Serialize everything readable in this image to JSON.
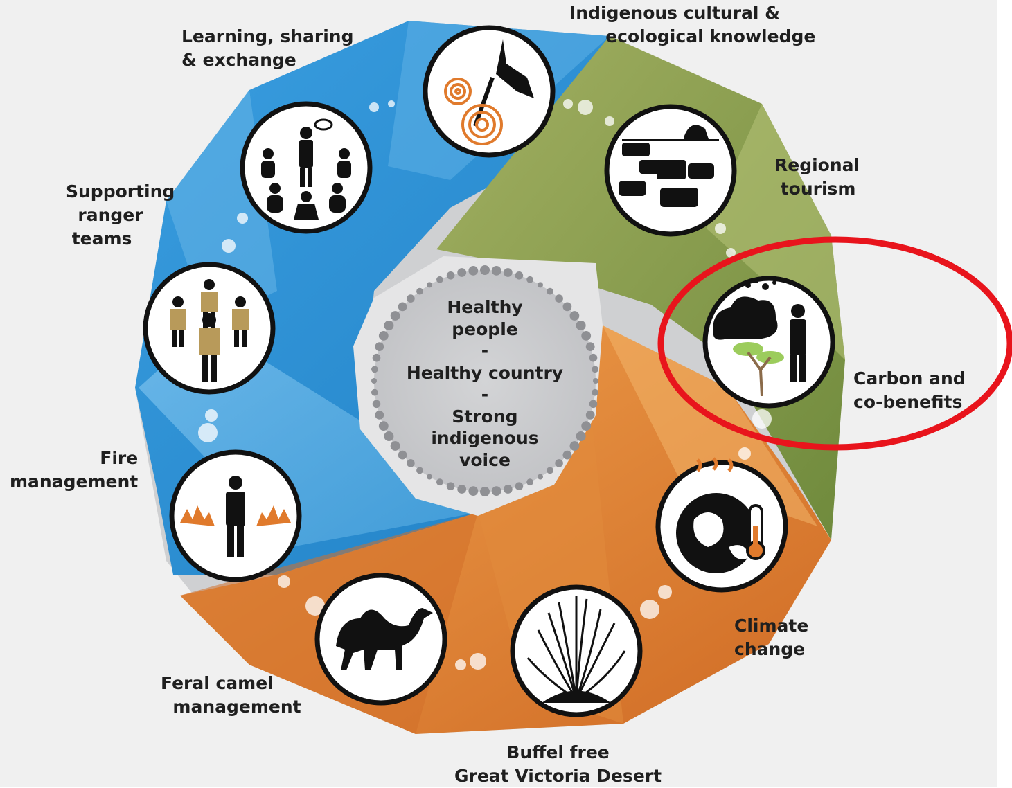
{
  "center": {
    "text": "Healthy\npeople\n-\nHealthy country\n-\nStrong\nindigenous\nvoice"
  },
  "segments": [
    {
      "label": "Indigenous cultural &\n      ecological knowledge",
      "icon": "hand-drawing-spirals-icon",
      "color": "#2f8fd0"
    },
    {
      "label": "Regional\n tourism",
      "icon": "vehicles-tourism-icon",
      "color": "#8a9a4a"
    },
    {
      "label": "Carbon and\nco-benefits",
      "icon": "carbon-cloud-tree-person-icon",
      "color": "#7d9245"
    },
    {
      "label": "Climate\nchange",
      "icon": "globe-thermometer-icon",
      "color": "#e08a35"
    },
    {
      "label": "Buffel free\nGreat Victoria Desert",
      "icon": "buffel-grass-icon",
      "color": "#dc7a2e"
    },
    {
      "label": "Feral camel\n  management",
      "icon": "camel-icon",
      "color": "#d6702a"
    },
    {
      "label": "Fire\nmanagement",
      "icon": "person-fire-icon",
      "color": "#3f9ad8"
    },
    {
      "label": "Supporting\n  ranger\n teams",
      "icon": "ranger-team-icon",
      "color": "#3a95d5"
    },
    {
      "label": "Learning, sharing\n& exchange",
      "icon": "group-circle-icon",
      "color": "#2f8fd0"
    }
  ],
  "annotation": {
    "shape": "ellipse",
    "color": "#e8141c",
    "target": "Carbon and co-benefits"
  }
}
